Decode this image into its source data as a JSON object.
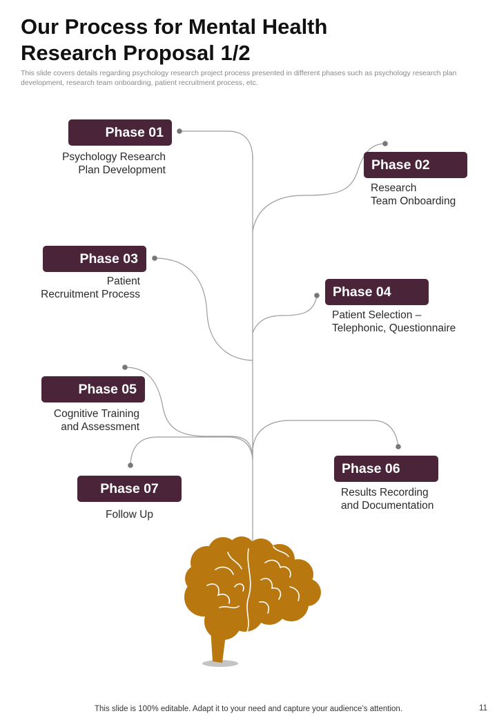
{
  "title": {
    "line1": "Our Process for Mental Health",
    "line2": "Research Proposal 1/2"
  },
  "subtitle": "This slide covers details regarding psychology research project process presented in different phases such as psychology research plan development, research team onboarding, patient recruitment process, etc.",
  "phases": [
    {
      "label": "Phase 01",
      "lines": [
        "Psychology Research",
        "Plan Development"
      ]
    },
    {
      "label": "Phase 02",
      "lines": [
        "Research",
        "Team Onboarding"
      ]
    },
    {
      "label": "Phase 03",
      "lines": [
        "Patient",
        "Recruitment Process"
      ]
    },
    {
      "label": "Phase 04",
      "lines": [
        "Patient Selection –",
        "Telephonic, Questionnaire"
      ]
    },
    {
      "label": "Phase 05",
      "lines": [
        "Cognitive Training",
        "and Assessment"
      ]
    },
    {
      "label": "Phase 06",
      "lines": [
        "Results Recording",
        "and Documentation"
      ]
    },
    {
      "label": "Phase 07",
      "lines": [
        "Follow Up"
      ]
    }
  ],
  "colors": {
    "phase_box": "#4a2439",
    "brain": "#b8780f",
    "branch_line": "#9a9a9a"
  },
  "footer": "This slide is 100% editable. Adapt it to your need and capture your audience’s attention.",
  "page_number": "11"
}
